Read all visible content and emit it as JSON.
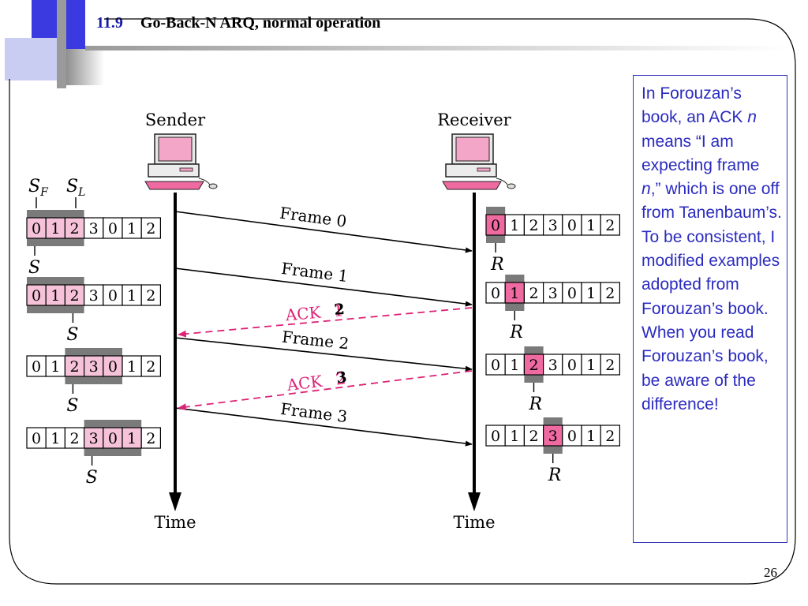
{
  "slide": {
    "section_number": "11.9",
    "title": "Go-Back-N ARQ, normal operation",
    "page_number": "26"
  },
  "note": {
    "part1": "In Forouzan’s book, an ACK ",
    "n1": "n",
    "part2": " means “I am expecting frame ",
    "n2": "n",
    "part3": ",”  which is one off from Tanenbaum’s. To be consistent, I modified examples adopted from Forouzan’s book.  When you read Forouzan’s book, be aware of the difference!"
  },
  "diagram": {
    "sender_label": "Sender",
    "receiver_label": "Receiver",
    "time_label": "Time",
    "sf_main": "S",
    "sf_sub": "F",
    "sl_main": "S",
    "sl_sub": "L",
    "s_pointer": "S",
    "r_pointer": "R",
    "sequence": [
      "0",
      "1",
      "2",
      "3",
      "0",
      "1",
      "2"
    ],
    "sender_windows": [
      {
        "window_start": 0,
        "window_size": 3,
        "pink_cells": [
          0,
          1,
          2
        ],
        "pointer_cell": 0
      },
      {
        "window_start": 0,
        "window_size": 3,
        "pink_cells": [
          0,
          1,
          2
        ],
        "pointer_cell": 2
      },
      {
        "window_start": 2,
        "window_size": 3,
        "pink_cells": [
          2,
          3,
          4
        ],
        "pointer_cell": 2
      },
      {
        "window_start": 3,
        "window_size": 3,
        "pink_cells": [
          3,
          4,
          5
        ],
        "pointer_cell": 3
      }
    ],
    "receiver_windows": [
      {
        "window_cell": 0
      },
      {
        "window_cell": 1
      },
      {
        "window_cell": 2
      },
      {
        "window_cell": 3
      }
    ],
    "frames": [
      "Frame 0",
      "Frame 1",
      "Frame 2",
      "Frame 3"
    ],
    "acks": [
      {
        "label": "ACK ",
        "original_num": "1",
        "overlay_num": "2"
      },
      {
        "label": "ACK ",
        "original_num": "2",
        "overlay_num": "3"
      }
    ],
    "colors": {
      "pink": "#f5c2d9",
      "dark_pink": "#f06aa2",
      "window_gray": "#7a7a7a",
      "ack_magenta": "#dd2277",
      "accent_blue": "#3a3ae0"
    }
  }
}
